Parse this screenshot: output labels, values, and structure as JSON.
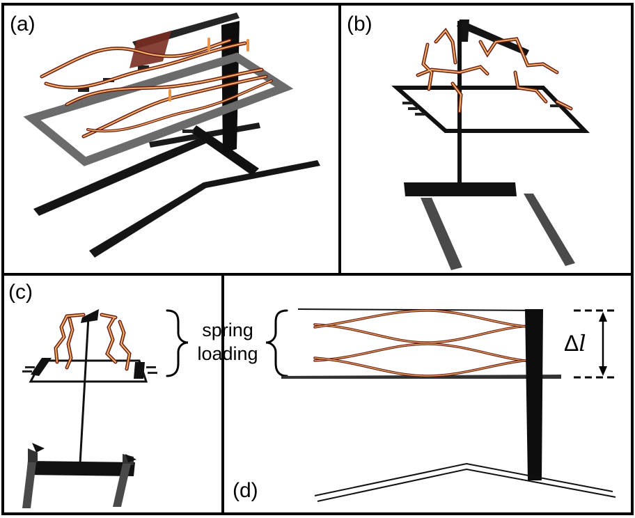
{
  "panels": {
    "a": "(a)",
    "b": "(b)",
    "c": "(c)",
    "d": "(d)"
  },
  "callout": {
    "line1": "spring",
    "line2": "loading"
  },
  "delta": {
    "symbol": "Δ",
    "variable": "l"
  },
  "colors": {
    "frame": "#000000",
    "structure_dark": "#141414",
    "structure_grey": "#6a6a6a",
    "spring_dark": "#8a2a1c",
    "spring_light": "#f0a860"
  }
}
